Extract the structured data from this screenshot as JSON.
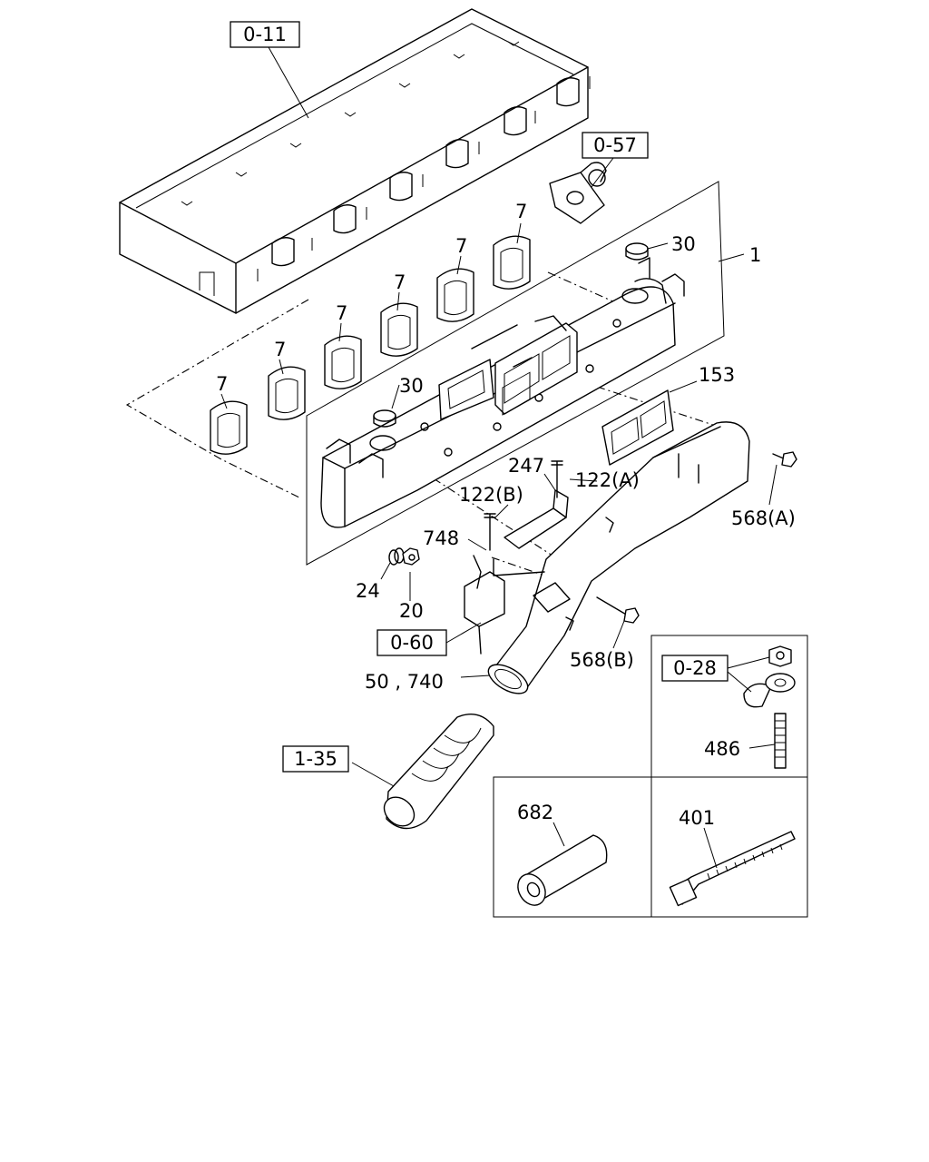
{
  "references": {
    "cylinder_head": "0-11",
    "egr_valve": "0-57",
    "egr_cooler_assy": "0-60",
    "hose_clip": "0-28",
    "intake_hose": "1-35"
  },
  "callouts": {
    "manifold": "1",
    "gasket_a": "7",
    "gasket_b": "7",
    "gasket_c": "7",
    "gasket_d": "7",
    "gasket_e": "7",
    "gasket_f": "7",
    "cap_upper": "30",
    "cap_lower": "30",
    "gasket_153": "153",
    "bracket": "247",
    "bolt_122a": "122(A)",
    "bolt_122b": "122(B)",
    "clamp": "748",
    "washer": "24",
    "nut": "20",
    "bolt_568a": "568(A)",
    "bolt_568b": "568(B)",
    "pipe": "50 , 740",
    "stud": "486",
    "sleeve": "682",
    "tie": "401"
  }
}
